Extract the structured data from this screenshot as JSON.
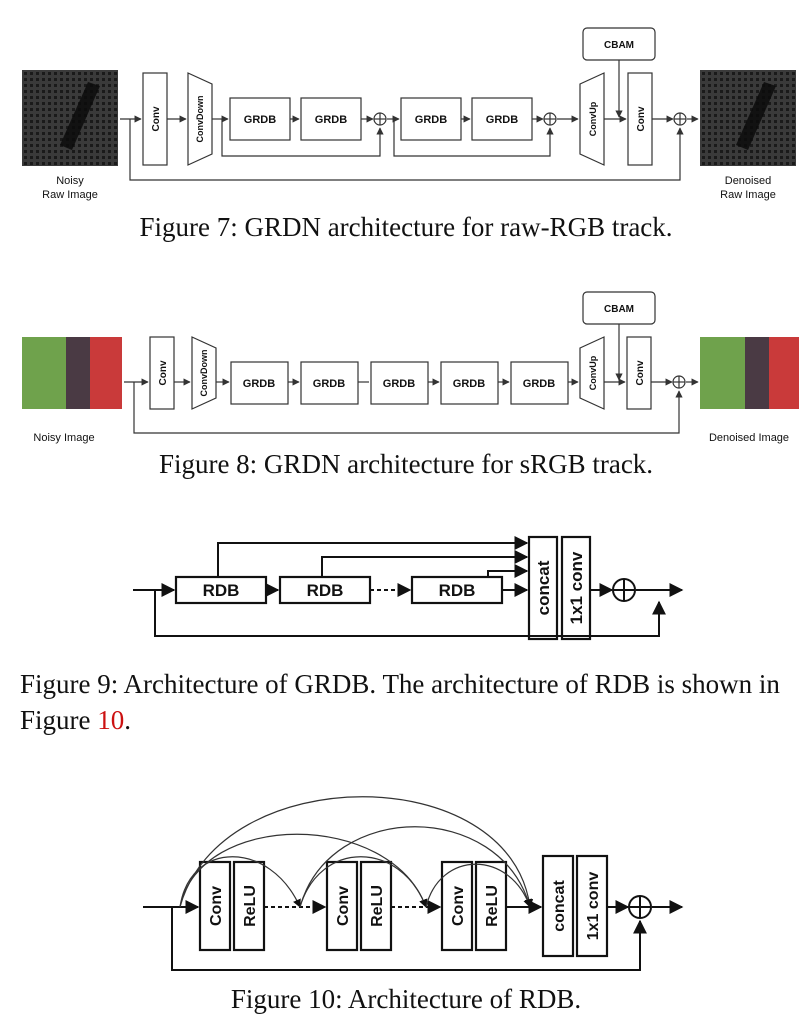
{
  "fig7": {
    "caption": "Figure 7: GRDN architecture for raw-RGB track.",
    "input_label_1": "Noisy",
    "input_label_2": "Raw Image",
    "output_label_1": "Denoised",
    "output_label_2": "Raw Image",
    "conv": "Conv",
    "conv_down": "ConvDown",
    "grdb": "GRDB",
    "conv_up": "ConvUp",
    "cbam": "CBAM"
  },
  "fig8": {
    "caption": "Figure 8: GRDN architecture for sRGB track.",
    "input_label": "Noisy Image",
    "output_label": "Denoised Image",
    "conv": "Conv",
    "conv_down": "ConvDown",
    "grdb": "GRDB",
    "conv_up": "ConvUp",
    "cbam": "CBAM"
  },
  "fig9": {
    "caption_prefix": "Figure 9: Architecture of GRDB. The architecture of RDB is shown in Figure ",
    "caption_ref": "10",
    "caption_suffix": ".",
    "rdb": "RDB",
    "concat": "concat",
    "conv1x1": "1x1 conv"
  },
  "fig10": {
    "caption": "Figure 10: Architecture of RDB.",
    "conv": "Conv",
    "relu": "ReLU",
    "concat": "concat",
    "conv1x1": "1x1 conv"
  },
  "colors": {
    "caption_ref": "#cc1111",
    "srgb_green": "#6fa24c",
    "srgb_dark": "#4a3a44",
    "srgb_red": "#c93a3a",
    "raw_bg": "#3a3a3a",
    "raw_stripe": "#0c0c0c"
  }
}
